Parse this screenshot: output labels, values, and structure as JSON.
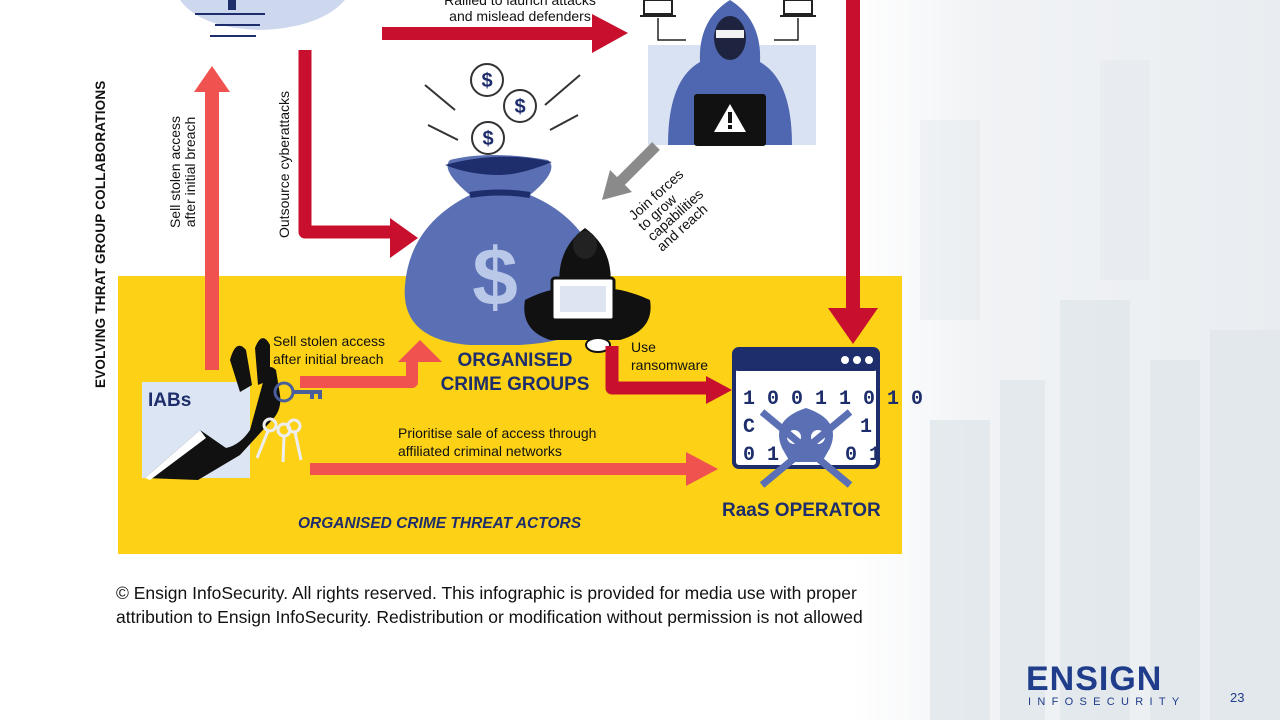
{
  "side_title": "EVOLVING THRAT GROUP COLLABORATIONS",
  "labels": {
    "rallied": "Rallied to launch attacks\nand mislead defenders",
    "outsource": "Outsource cyberattacks",
    "sell_vertical": "Sell stolen access\nafter initial breach",
    "join_forces": "Join forces\nto grow\ncapabilities\nand reach",
    "sell_horizontal": "Sell stolen access\nafter initial breach",
    "use_ransomware": "Use\nransomware",
    "prioritise": "Prioritise sale of access through\naffiliated criminal networks"
  },
  "nodes": {
    "iabs": "IABs",
    "organised": "ORGANISED\nCRIME GROUPS",
    "raas": "RaaS OPERATOR",
    "panel": "ORGANISED CRIME THREAT ACTORS"
  },
  "raas_binary": [
    "1 0 0 1 1 0 1 0",
    "C",
    "1",
    "0 1",
    "0 1"
  ],
  "copyright": "© Ensign InfoSecurity. All rights reserved. This infographic is provided for media use with proper attribution to Ensign InfoSecurity. Redistribution or modification without permission is not allowed",
  "logo": {
    "main": "ENSIGN",
    "sub": "INFOSECURITY"
  },
  "page_number": "23",
  "icons": [
    "dollar-coin-icon",
    "money-bag-icon",
    "hooded-hacker-icon",
    "laptop-warning-icon",
    "hand-with-keys-icon",
    "skull-browser-icon"
  ],
  "colors": {
    "panel_yellow": "#fcd116",
    "arrow_red": "#c8102e",
    "arrow_coral": "#f0524f",
    "navy": "#1e2d6b",
    "icon_blue": "#5b6fb4"
  }
}
